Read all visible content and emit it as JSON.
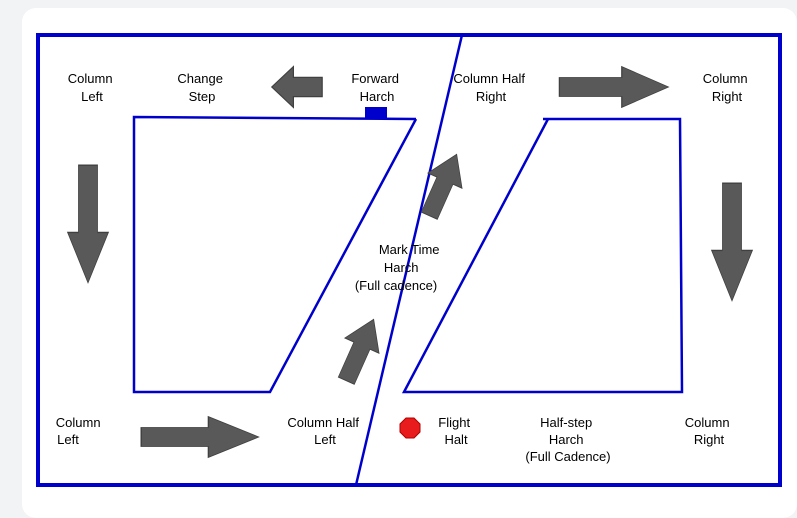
{
  "colors": {
    "course_line": "#0000cc",
    "arrow_fill": "#595959",
    "arrow_stroke": "#404040",
    "halt_marker": "#e81c1c",
    "card_background": "#ffffff",
    "page_background": "#f2f3f5"
  },
  "icons": {
    "direction_arrow": "arrow-icon",
    "halt_marker": "red-octagon-icon",
    "start_marker": "blue-square-icon"
  },
  "labels": {
    "column_left_top": [
      "Column",
      "Left"
    ],
    "change_step": [
      "Change",
      "Step"
    ],
    "forward_march": [
      "Forward",
      "Harch"
    ],
    "column_half_right": [
      "Column Half",
      "Right"
    ],
    "column_right_top": [
      "Column",
      "Right"
    ],
    "mark_time": [
      "Mark Time",
      "Harch",
      "(Full cadence)"
    ],
    "column_left_bottom": [
      "Column",
      "Left"
    ],
    "column_half_left": [
      "Column Half",
      "Left"
    ],
    "flight_halt": [
      "Flight",
      "Halt"
    ],
    "half_step": [
      "Half-step",
      "Harch",
      "(Full Cadence)"
    ],
    "column_right_bottom": [
      "Column",
      "Right"
    ]
  }
}
